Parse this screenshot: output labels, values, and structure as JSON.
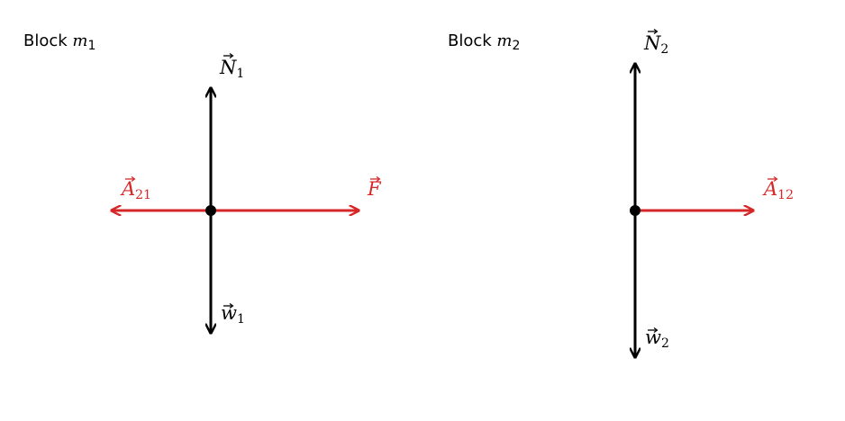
{
  "colors": {
    "weight_normal": "#000000",
    "contact_force": "#d62728"
  },
  "blocks": [
    {
      "title_prefix": "Block ",
      "title_var": "m",
      "title_sub": "1",
      "forces": {
        "normal": {
          "symbol": "N",
          "sub": "1"
        },
        "weight": {
          "symbol": "w",
          "sub": "1"
        },
        "contact": {
          "symbol": "A",
          "sub": "21"
        },
        "applied": {
          "symbol": "F",
          "sub": ""
        }
      }
    },
    {
      "title_prefix": "Block ",
      "title_var": "m",
      "title_sub": "2",
      "forces": {
        "normal": {
          "symbol": "N",
          "sub": "2"
        },
        "weight": {
          "symbol": "w",
          "sub": "2"
        },
        "contact": {
          "symbol": "A",
          "sub": "12"
        }
      }
    }
  ]
}
